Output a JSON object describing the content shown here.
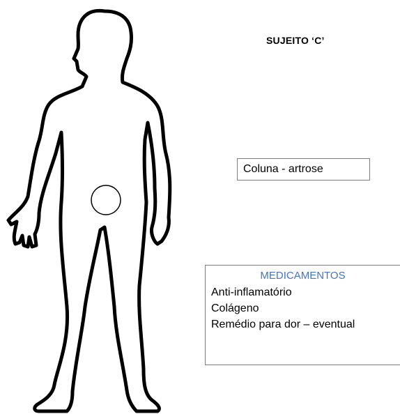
{
  "subject": {
    "title": "SUJEITO ‘C’"
  },
  "diagnosis": {
    "text": "Coluna - artrose"
  },
  "medications": {
    "title": "MEDICAMENTOS",
    "items": [
      "Anti-inflamatório",
      "Colágeno",
      "Remédio para dor – eventual"
    ]
  },
  "colors": {
    "outline": "#000000",
    "box_border": "#7f7f7f",
    "meds_title": "#4472c4"
  }
}
